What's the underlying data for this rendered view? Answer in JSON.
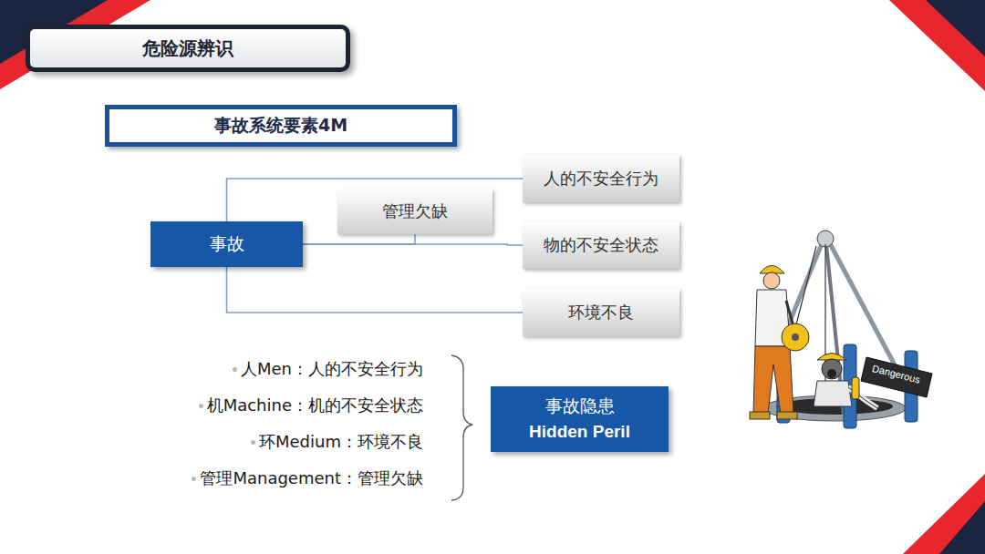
{
  "diagram": {
    "title": "危险源辨识",
    "nodes": [
      {
        "text": [
          "事故系统要素4M"
        ]
      },
      {
        "text": [
          "事故"
        ]
      },
      {
        "text": [
          "管理欠缺"
        ]
      },
      {
        "text": [
          "人的不安全行为"
        ]
      },
      {
        "text": [
          "物的不安全状态"
        ]
      },
      {
        "text": [
          "环境不良"
        ]
      },
      {
        "text": [
          "事故隐患",
          "Hidden Peril"
        ]
      }
    ],
    "edges": [
      {
        "from": 1,
        "to": 3,
        "arrow": "none"
      },
      {
        "from": 1,
        "to": 4,
        "arrow": "none"
      },
      {
        "from": 1,
        "to": 5,
        "arrow": "none"
      },
      {
        "from": 2,
        "to": 1,
        "arrow": "none"
      }
    ],
    "labels": [
      "人Men：人的不安全行为",
      "机Machine：机的不安全状态",
      "环Medium：环境不良",
      "管理Management：管理欠缺",
      "Dangerous"
    ]
  }
}
